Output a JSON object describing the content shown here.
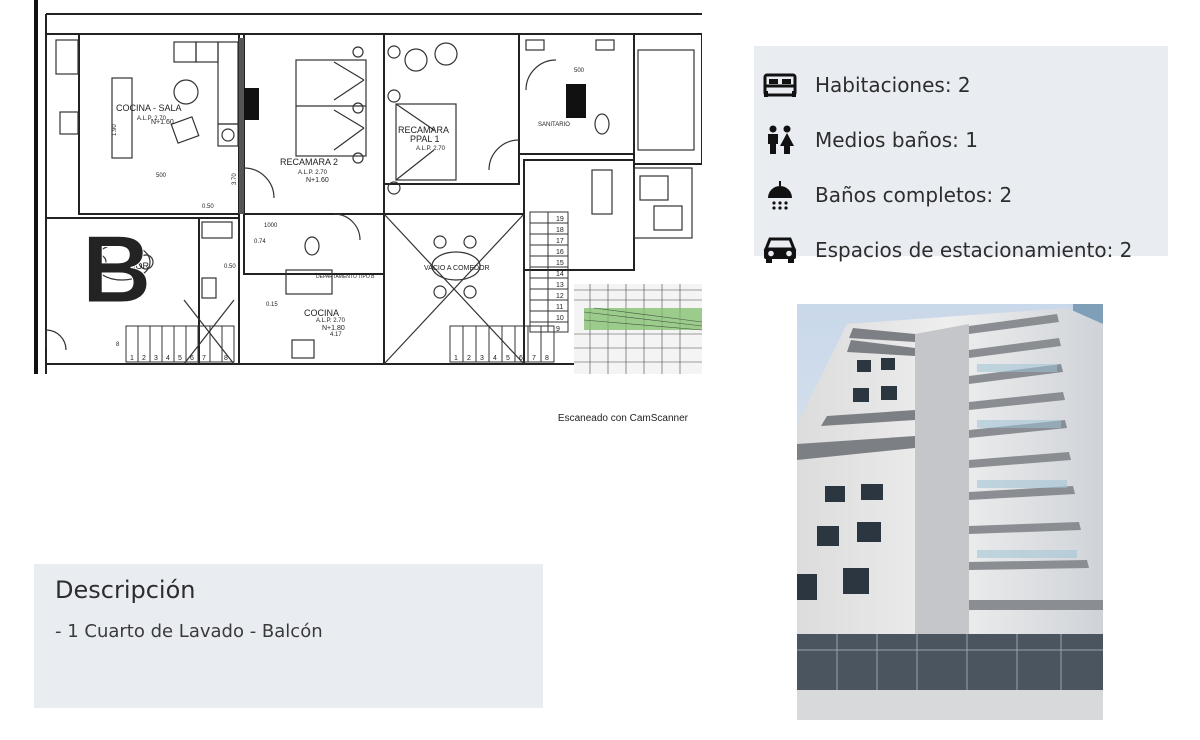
{
  "plan": {
    "rooms": {
      "cocina_sala": "COCINA - SALA",
      "recamara2": "RECAMARA 2",
      "recamara_ppal": "RECAMARA",
      "recamara_ppal_num": "PPAL 1",
      "sanitario": "SANITARIO",
      "comedor": "COMEDOR",
      "cocina": "COCINA",
      "vacio": "VACIO A COMEDOR",
      "departamento": "DEPARTAMENTO TIPO B"
    },
    "levels": {
      "alp": "A.L.P. 2.70",
      "n160": "N+1.60",
      "n180": "N+1.80"
    },
    "dims": [
      "500",
      "500",
      "1000",
      "0.50",
      "0.74",
      "0.50",
      "0.15",
      "4.17",
      "3.70",
      "1.90",
      "8"
    ],
    "stairs_left": [
      "1",
      "2",
      "3",
      "4",
      "5",
      "6",
      "7",
      "8"
    ],
    "stairs_right": [
      "19",
      "18",
      "17",
      "16",
      "15",
      "14",
      "13",
      "12",
      "11",
      "10",
      "9"
    ],
    "stairs_bottom": [
      "1",
      "2",
      "3",
      "4",
      "5",
      "6",
      "7",
      "8"
    ],
    "block_letter": "B"
  },
  "scan_caption": "Escaneado con CamScanner",
  "features": [
    {
      "icon": "bed-icon",
      "label": "Habitaciones: 2"
    },
    {
      "icon": "people-icon",
      "label": "Medios baños: 1"
    },
    {
      "icon": "shower-icon",
      "label": "Baños completos: 2"
    },
    {
      "icon": "car-icon",
      "label": "Espacios de estacionamiento: 2"
    }
  ],
  "description": {
    "title": "Descripción",
    "text": "- 1 Cuarto de Lavado - Balcón"
  }
}
